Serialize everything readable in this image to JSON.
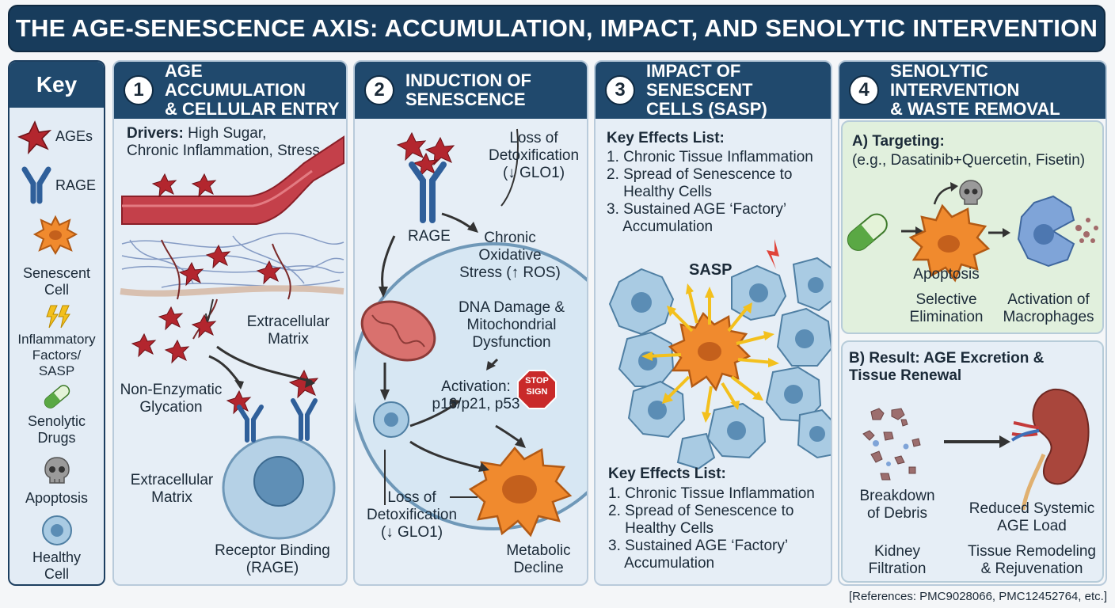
{
  "title": "THE AGE-SENESCENCE AXIS: ACCUMULATION, IMPACT, AND SENOLYTIC INTERVENTION",
  "key": {
    "heading": "Key",
    "items": [
      {
        "label": "AGEs",
        "icon": "star-icon"
      },
      {
        "label": "RAGE",
        "icon": "receptor-icon"
      },
      {
        "label": "Senescent\nCell",
        "icon": "senescent-cell-icon"
      },
      {
        "label": "Inflammatory\nFactors/\nSASP",
        "icon": "lightning-icon"
      },
      {
        "label": "Senolytic\nDrugs",
        "icon": "pill-icon"
      },
      {
        "label": "Apoptosis",
        "icon": "skull-icon"
      },
      {
        "label": "Healthy\nCell",
        "icon": "healthy-cell-icon"
      }
    ]
  },
  "panel1": {
    "number": "1",
    "title": "AGE ACCUMULATION\n& CELLULAR ENTRY",
    "drivers_label": "Drivers:",
    "drivers_text": " High Sugar,\nChronic Inflammation, Stress",
    "ecm_right": "Extracellular\nMatrix",
    "glycation": "Non-Enzymatic\nGlycation",
    "ecm_left": "Extracellular\nMatrix",
    "receptor": "Receptor Binding\n(RAGE)"
  },
  "panel2": {
    "number": "2",
    "title": "INDUCTION OF\nSENESCENCE",
    "loss_top": "Loss of\nDetoxification\n(↓ GLO1)",
    "rage": "RAGE",
    "oxidative": "Chronic\nOxidative\nStress (↑ ROS)",
    "dna": "DNA Damage &\nMitochondrial\nDysfunction",
    "activation": "Activation:\np16/p21, p53",
    "stop": "STOP\nSIGN",
    "loss_bottom": "Loss of\nDetoxification\n(↓ GLO1)",
    "metabolic": "Metabolic\nDecline"
  },
  "panel3": {
    "number": "3",
    "title": "IMPACT OF SENESCENT\nCELLS (SASP)",
    "list_heading_top": "Key Effects List:",
    "list_top": [
      "1. Chronic Tissue Inflammation",
      "2. Spread of Senescence to\n    Healthy Cells",
      "3. Sustained AGE ‘Factory’\n    Accumulation"
    ],
    "sasp": "SASP",
    "list_heading_bottom": "Key Effects List:",
    "list_bottom": [
      "1. Chronic Tissue Inflammation",
      "2. Spread of Senescence to\n    Healthy Cells",
      "3. Sustained AGE ‘Factory’\n    Accumulation"
    ]
  },
  "panel4": {
    "number": "4",
    "title": "SENOLYTIC INTERVENTION\n& WASTE REMOVAL",
    "targeting_heading": "A) Targeting:",
    "targeting_example": "(e.g., Dasatinib+Quercetin, Fisetin)",
    "apoptosis": "Apoptosis",
    "selective": "Selective\nElimination",
    "macrophages": "Activation of\nMacrophages",
    "result_heading": "B) Result: AGE Excretion &\nTissue Renewal",
    "debris": "Breakdown\nof Debris",
    "reduced": "Reduced Systemic\nAGE Load",
    "kidney": "Kidney\nFiltration",
    "remodel": "Tissue Remodeling\n& Rejuvenation"
  },
  "references": "[References: PMC9028066, PMC12452764, etc.]",
  "colors": {
    "header": "#20496d",
    "title_bar": "#183c5c",
    "age_star": "#b3262e",
    "rage": "#2f5f9a",
    "senescent": "#f08a2e",
    "healthy": "#8fb9d6",
    "pill": "#5aa844"
  }
}
